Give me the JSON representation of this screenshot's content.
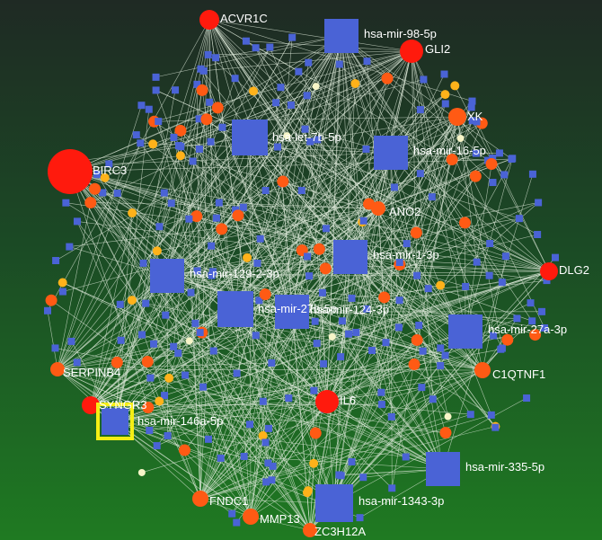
{
  "network": {
    "colors": {
      "edge": "#d9e6d5",
      "mirna": "#4a63d6",
      "gene_high": "#ff1a0d",
      "gene_mid": "#ff5a14",
      "gene_low": "#ffb21a",
      "gene_pale": "#f7f5c8",
      "selection": "#f5ee14"
    },
    "mirna_hubs": [
      {
        "id": "m1",
        "label": "hsa-mir-98-5p"
      },
      {
        "id": "m2",
        "label": "hsa-let-7b-5p"
      },
      {
        "id": "m3",
        "label": "hsa-mir-16-5p"
      },
      {
        "id": "m4",
        "label": "hsa-mir-1-3p"
      },
      {
        "id": "m5",
        "label": "hsa-mir-129-2-3p"
      },
      {
        "id": "m6",
        "label": "hsa-mir-27b-5p"
      },
      {
        "id": "m7",
        "label": "hsa-mir-124-3p"
      },
      {
        "id": "m8",
        "label": "hsa-mir-27a-3p"
      },
      {
        "id": "m9",
        "label": "hsa-mir-146a-5p",
        "selected": true
      },
      {
        "id": "m10",
        "label": "hsa-mir-335-5p"
      },
      {
        "id": "m11",
        "label": "hsa-mir-1343-3p"
      }
    ],
    "gene_hubs": [
      {
        "id": "g1",
        "label": "ACVR1C",
        "level": "high"
      },
      {
        "id": "g2",
        "label": "GLI2",
        "level": "high"
      },
      {
        "id": "g3",
        "label": "XK",
        "level": "mid"
      },
      {
        "id": "g4",
        "label": "BIRC3",
        "level": "high"
      },
      {
        "id": "g5",
        "label": "ANO2",
        "level": "mid"
      },
      {
        "id": "g6",
        "label": "DLG2",
        "level": "high"
      },
      {
        "id": "g7",
        "label": "SERPINB4",
        "level": "mid"
      },
      {
        "id": "g8",
        "label": "C1QTNF1",
        "level": "mid"
      },
      {
        "id": "g9",
        "label": "IL6",
        "level": "high"
      },
      {
        "id": "g10",
        "label": "SYNGR3",
        "level": "high"
      },
      {
        "id": "g11",
        "label": "FNDC1",
        "level": "mid"
      },
      {
        "id": "g12",
        "label": "MMP13",
        "level": "mid"
      },
      {
        "id": "g13",
        "label": "ZC3H12A",
        "level": "mid"
      }
    ]
  }
}
